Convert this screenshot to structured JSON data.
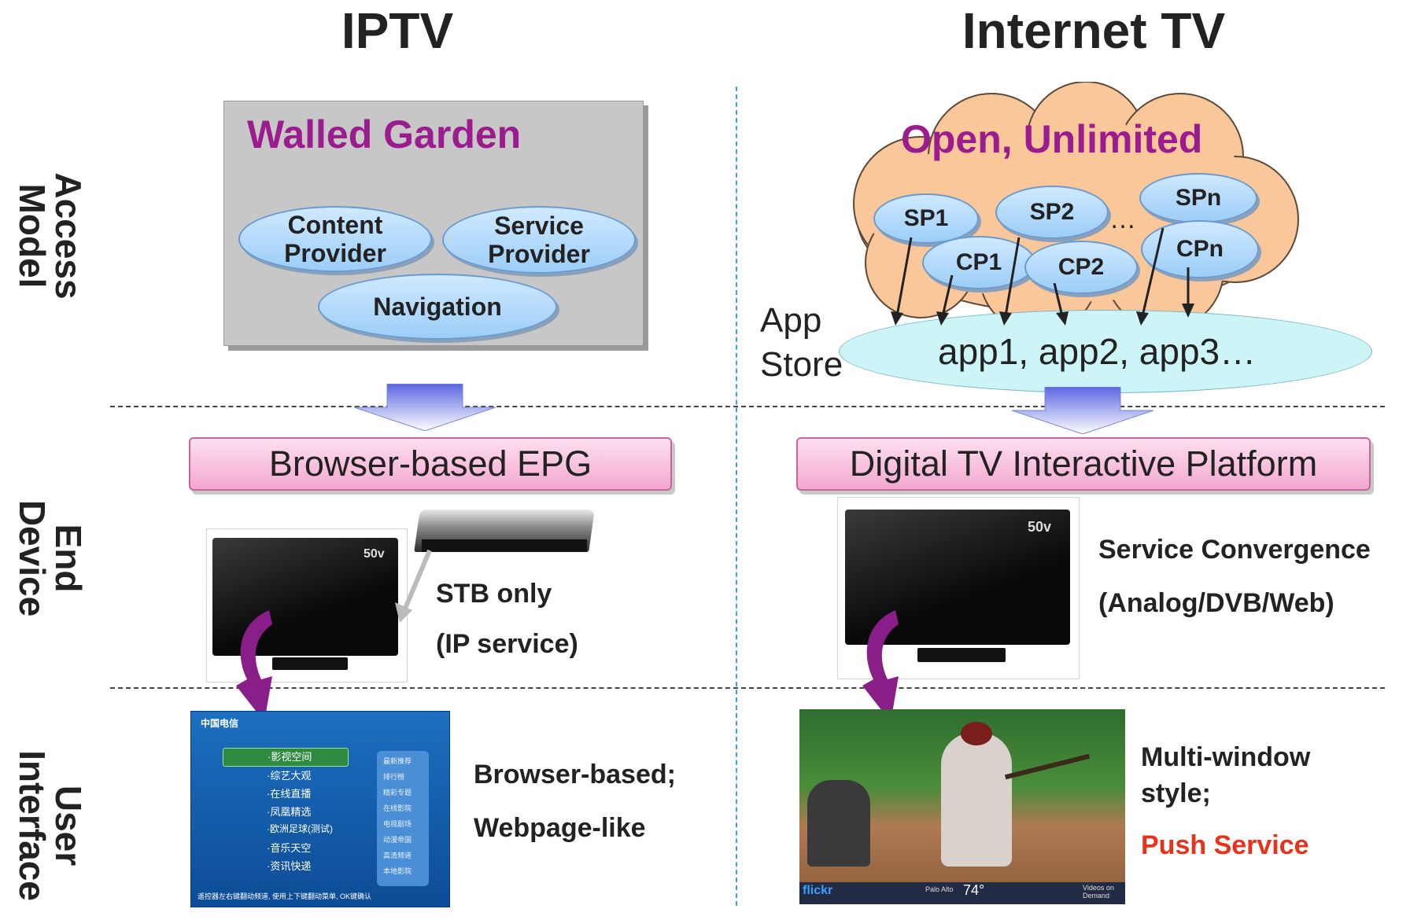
{
  "headers": {
    "left": "IPTV",
    "right": "Internet TV"
  },
  "row_labels": {
    "access": [
      "Access",
      "Model"
    ],
    "device": [
      "End",
      "Device"
    ],
    "ui": [
      "User",
      "Interface"
    ]
  },
  "iptv": {
    "walled_title": "Walled Garden",
    "ovals": {
      "content": "Content Provider",
      "service": "Service Provider",
      "navigation": "Navigation"
    },
    "epg_label": "Browser-based EPG",
    "stb_line1": "STB only",
    "stb_line2": "(IP service)",
    "tv_badge": "50v",
    "ui_line1": "Browser-based;",
    "ui_line2": "Webpage-like",
    "menu_items": [
      "·影视空间",
      "·综艺大观",
      "·在线直播",
      "·凤凰精选",
      "·欧洲足球(测试)",
      "·音乐天空",
      "·资讯快递"
    ],
    "menu_side": [
      "最新推荐",
      "排行榜",
      "精彩专题",
      "在线影院",
      "电视剧场",
      "动漫帝国",
      "高清频道",
      "本地影院"
    ],
    "menu_brand": "中国电信",
    "menu_footer": "遥控器左右键翻动频道, 使用上下键翻动菜单, OK键确认"
  },
  "internet_tv": {
    "cloud_title": "Open, Unlimited",
    "sp_ovals": [
      "SP1",
      "SP2",
      "SPn"
    ],
    "cp_ovals": [
      "CP1",
      "CP2",
      "CPn"
    ],
    "ellipsis": "…",
    "app_store_line1": "App",
    "app_store_line2": "Store",
    "apps_text": "app1, app2, app3…",
    "platform_label": "Digital TV Interactive Platform",
    "tv_badge": "50v",
    "convergence_line1": "Service Convergence",
    "convergence_line2": "(Analog/DVB/Web)",
    "ui_line1": "Multi-window",
    "ui_line2": "style;",
    "push_service": "Push Service",
    "flickr_label": "flickr",
    "weather_city": "Palo Alto",
    "weather_temp": "74°",
    "videos_label": "Videos on Demand"
  },
  "colors": {
    "purple": "#9b1c8e",
    "push": "#e8331c",
    "pink": "#f4a7cf",
    "oval_blue": "#9ccdf7",
    "cloud": "#f9c79a",
    "app_store": "#cdf5f8"
  }
}
